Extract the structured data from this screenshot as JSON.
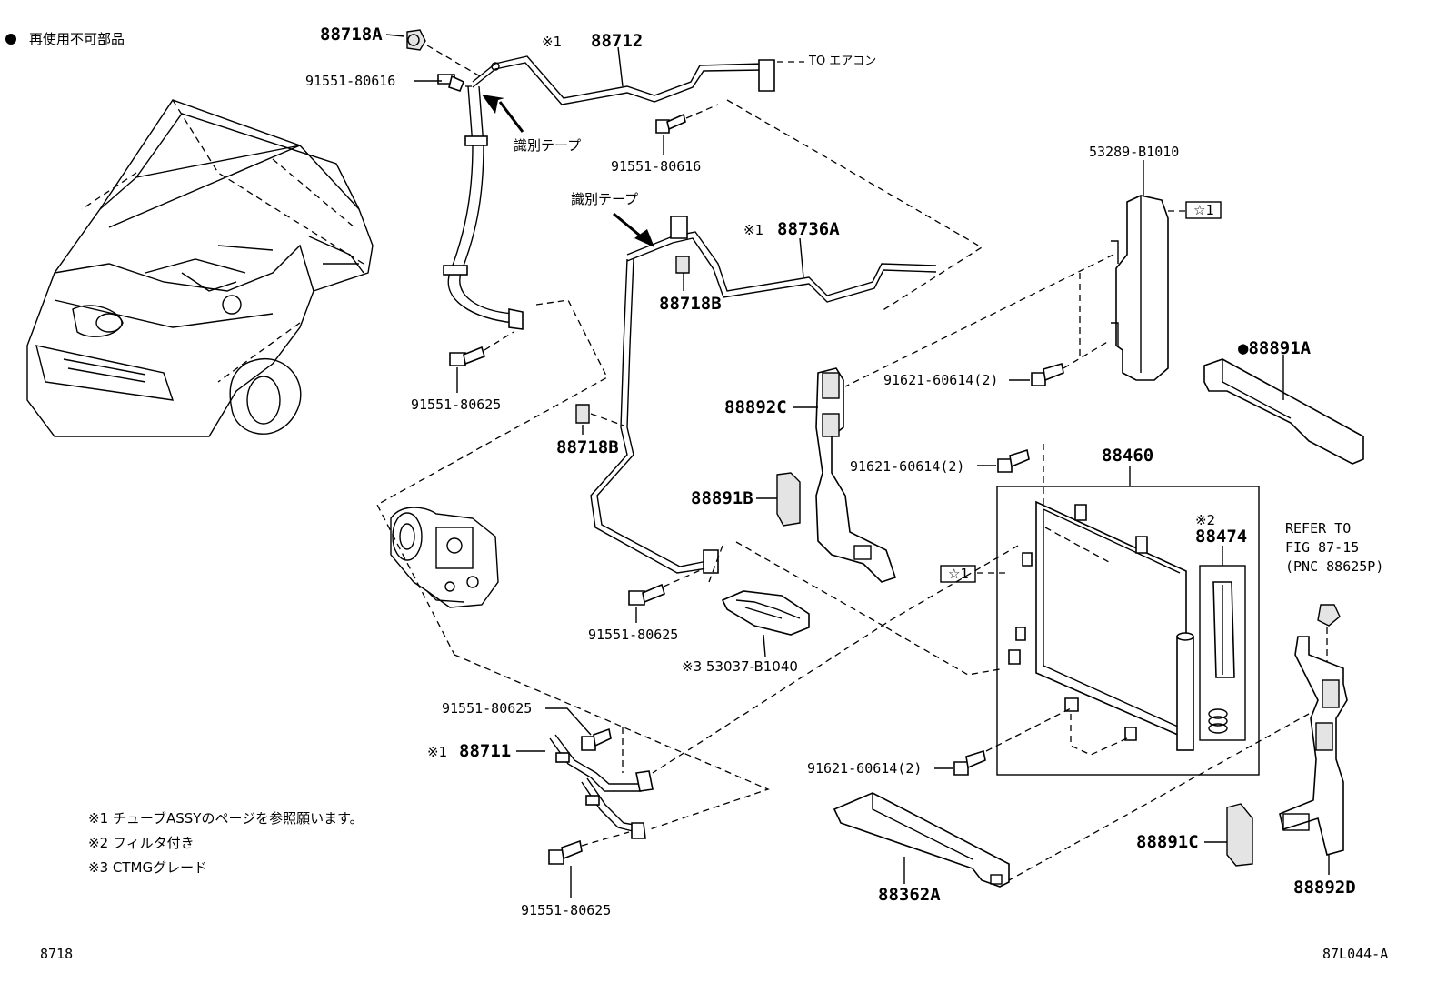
{
  "legend": {
    "bullet_text": "再使用不可部品",
    "footnotes": [
      "※1 チューブASSYのページを参照願います。",
      "※2 フィルタ付き",
      "※3 CTMGグレード"
    ]
  },
  "labels": {
    "p88718A": "88718A",
    "p88712": "88712",
    "p88712_mark": "※1",
    "to_aircon": "TO エアコン",
    "p91551_80616_a": "91551-80616",
    "p91551_80616_b": "91551-80616",
    "tape_a": "識別テープ",
    "tape_b": "識別テープ",
    "p53289_B1010": "53289-B1010",
    "star1_a": "☆1",
    "star1_b": "☆1",
    "p88736A": "88736A",
    "p88736A_mark": "※1",
    "p88718B_a": "88718B",
    "p88718B_b": "88718B",
    "p91551_80625_a": "91551-80625",
    "p91551_80625_b": "91551-80625",
    "p91551_80625_c": "91551-80625",
    "p91551_80625_d": "91551-80625",
    "p91621_60614_a": "91621-60614(2)",
    "p91621_60614_b": "91621-60614(2)",
    "p91621_60614_c": "91621-60614(2)",
    "p88891A": "●88891A",
    "p88892C": "88892C",
    "p88891B": "88891B",
    "p88460": "88460",
    "p88474": "88474",
    "p88474_mark": "※2",
    "refer_1": "REFER TO",
    "refer_2": "FIG 87-15",
    "refer_3": "(PNC 88625P)",
    "p53037_B1040": "※3 53037-B1040",
    "p88711": "88711",
    "p88711_mark": "※1",
    "p88891C": "88891C",
    "p88892D": "88892D",
    "p88362A": "88362A"
  },
  "footer": {
    "page_code": "8718",
    "figure_code": "87L044-A"
  }
}
